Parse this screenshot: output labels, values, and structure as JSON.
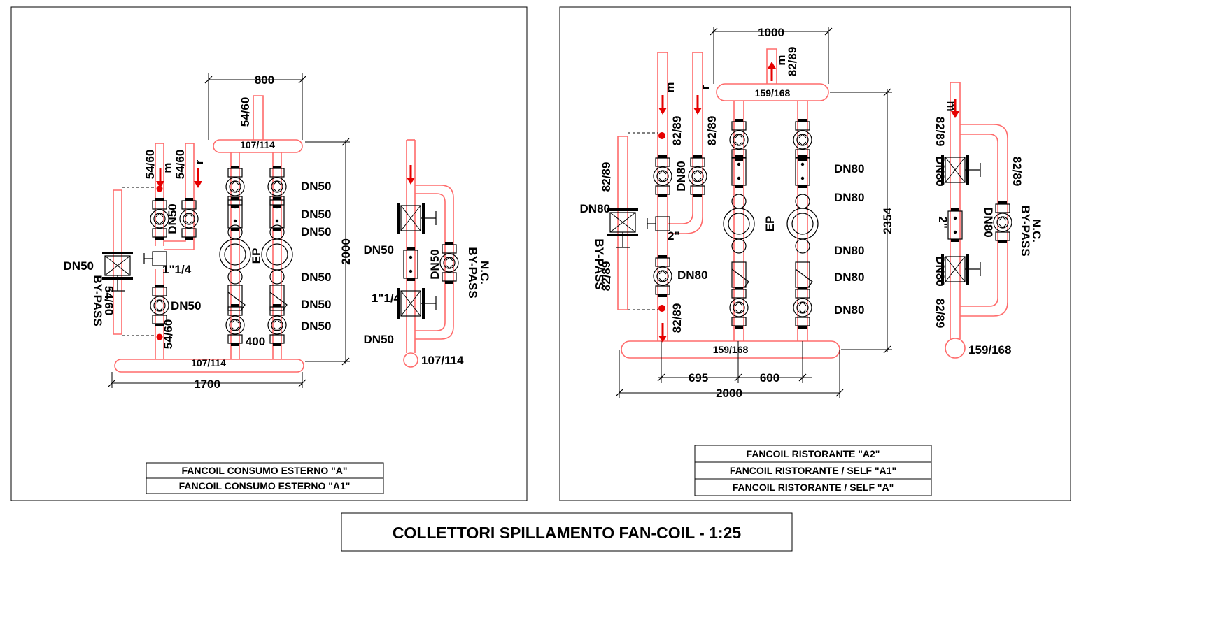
{
  "drawing_title": "COLLETTORI SPILLAMENTO FAN-COIL - 1:25",
  "left_panel": {
    "title_block": [
      "FANCOIL CONSUMO ESTERNO \"A\"",
      "FANCOIL CONSUMO ESTERNO \"A1\""
    ],
    "dimensions": {
      "width_top": "800",
      "width_bottom": "1700",
      "height": "2000",
      "spacing": "400"
    },
    "pipe_labels": {
      "header_top": "107/114",
      "header_bottom": "107/114",
      "riser": "54/60",
      "supply": "54/60",
      "return": "54/60",
      "bypass": "54/60",
      "lower": "54/60",
      "bypass_end": "107/114"
    },
    "flow_labels": {
      "supply": "m",
      "return": "r"
    },
    "valve_labels": {
      "bypass_valve": "DN50",
      "mid_valve": "DN50",
      "lower_valve": "DN50",
      "control_valve": "1\"1/4",
      "column_1": "DN50",
      "column_2": "DN50",
      "column_3": "DN50",
      "column_4": "DN50",
      "column_5": "DN50",
      "column_6": "DN50",
      "ep": "EP",
      "bp_top": "DN50",
      "bp_mid": "1\"1/4",
      "bp_low": "DN50",
      "bp_side": "DN50"
    },
    "bypass_labels": {
      "main": "BY-PASS",
      "detail_1": "BY-PASS",
      "detail_2": "N.C."
    }
  },
  "right_panel": {
    "title_block": [
      "FANCOIL RISTORANTE \"A2\"",
      "FANCOIL RISTORANTE / SELF \"A1\"",
      "FANCOIL RISTORANTE / SELF \"A\""
    ],
    "dimensions": {
      "width_top": "1000",
      "height": "2354",
      "width_bottom": "2000",
      "seg_1": "695",
      "seg_2": "600"
    },
    "pipe_labels": {
      "header_top": "159/168",
      "header_bottom": "159/168",
      "riser": "82/89",
      "supply": "82/89",
      "return": "82/89",
      "bypass_top": "82/89",
      "bypass_bottom": "82/89",
      "lower": "82/89",
      "bp_1": "82/89",
      "bp_2": "82/89",
      "bp_3": "82/89",
      "bp_end": "159/168"
    },
    "flow_labels": {
      "supply": "m",
      "return": "r",
      "riser": "m",
      "bypass": "m"
    },
    "valve_labels": {
      "bypass_valve": "DN80",
      "supply_valve": "DN80",
      "lower_valve": "DN80",
      "control_valve": "2\"",
      "column_1": "DN80",
      "column_2": "DN80",
      "column_3": "DN80",
      "column_4": "DN80",
      "column_5": "DN80",
      "ep": "EP",
      "bp_1": "DN80",
      "bp_2": "2\"",
      "bp_3": "DN80",
      "bp_4": "DN80"
    },
    "bypass_labels": {
      "main": "BY-PASS",
      "detail_1": "BY-PASS",
      "detail_2": "N.C."
    }
  }
}
